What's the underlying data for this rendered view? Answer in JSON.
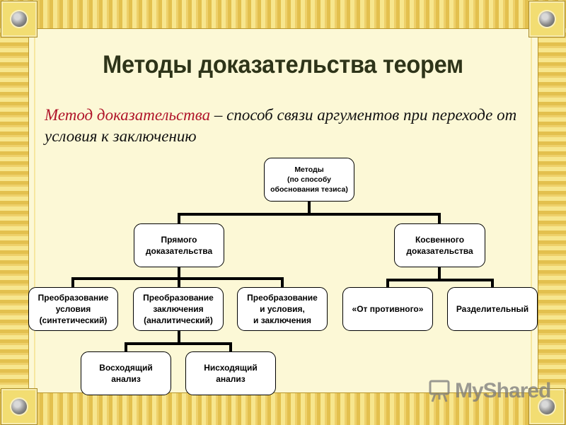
{
  "slide": {
    "title": "Методы доказательства теорем",
    "definition": {
      "term": "Метод доказательства",
      "rest": " – способ связи аргументов при переходе от условия к заключению"
    }
  },
  "diagram": {
    "root": "Методы\n(по способу\nобоснования тезиса)",
    "direct": "Прямого\nдоказательства",
    "indirect": "Косвенного\nдоказательства",
    "synthetic": "Преобразование\nусловия\n(синтетический)",
    "analytic": "Преобразование\nзаключения\n(аналитический)",
    "both": "Преобразование\nи условия,\n и заключения",
    "contrary": "«От противного»",
    "separating": "Разделительный",
    "ascending": "Восходящий\nанализ",
    "descending": "Нисходящий\nанализ"
  },
  "watermark": {
    "text": "MyShared"
  }
}
